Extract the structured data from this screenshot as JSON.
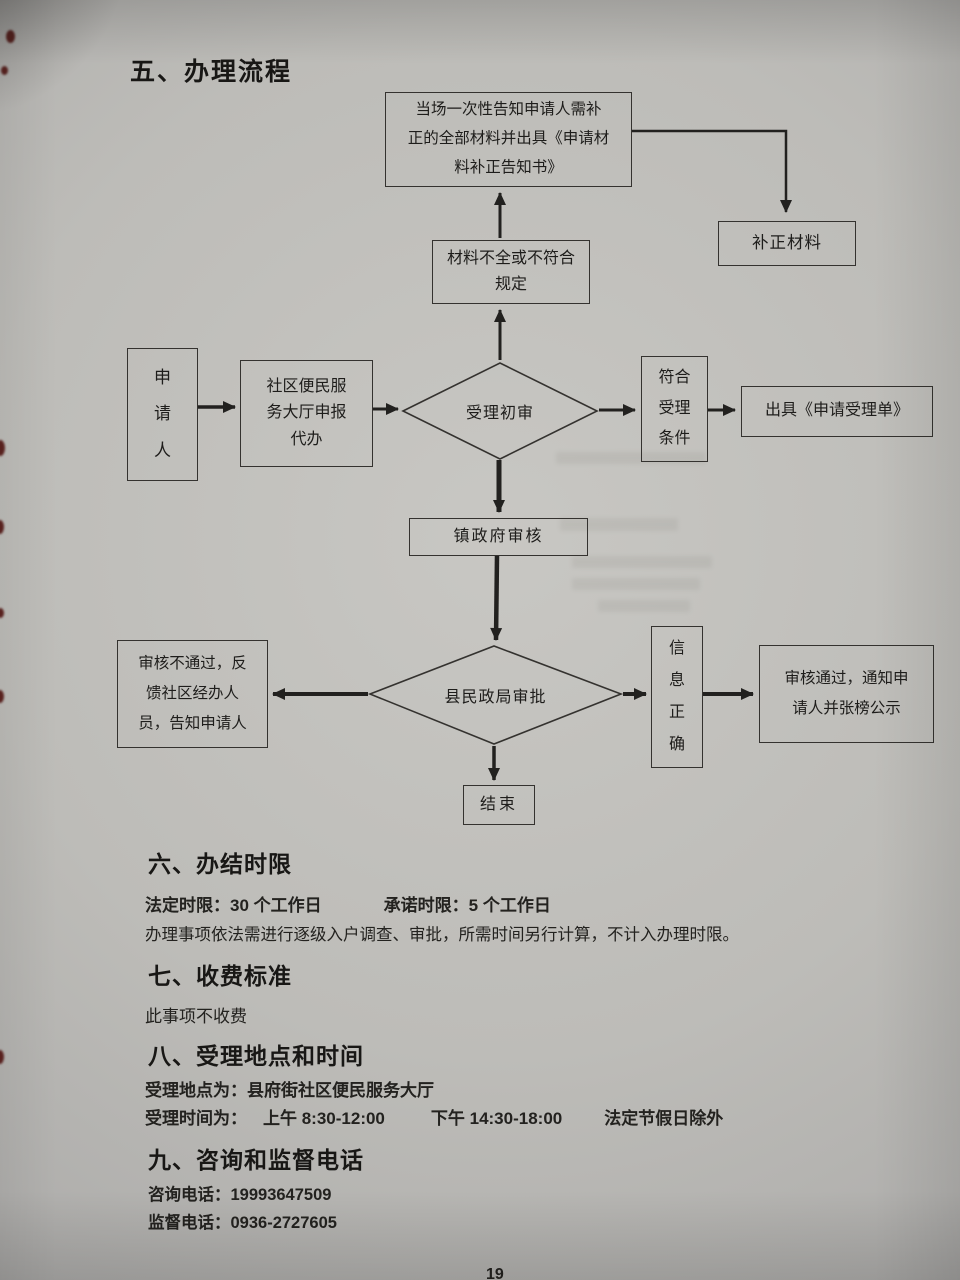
{
  "page": {
    "section5_title": "五、办理流程",
    "page_number": "19"
  },
  "flowchart": {
    "notice_box": "当场一次性告知申请人需补\n正的全部材料并出具《申请材\n料补正告知书》",
    "supplement_box": "补正材料",
    "incomplete_box": "材料不全或不符合\n规定",
    "diamond_initial_review": "受理初审",
    "applicant_box": "申\n请\n人",
    "community_box": "社区便民服\n务大厅申报\n代办",
    "qualify_box": "符合\n受理\n条件",
    "accept_box": "出具《申请受理单》",
    "town_review_box": "镇政府审核",
    "diamond_county_approval": "县民政局审批",
    "fail_box": "审核不通过，反\n馈社区经办人\n员，告知申请人",
    "info_correct_box": "信\n息\n正\n确",
    "pass_box": "审核通过，通知申\n请人并张榜公示",
    "end_box": "结束"
  },
  "section6": {
    "title": "六、办结时限",
    "line1_left": "法定时限：30 个工作日",
    "line1_right": "承诺时限：5 个工作日",
    "line2": "办理事项依法需进行逐级入户调查、审批，所需时间另行计算，不计入办理时限。"
  },
  "section7": {
    "title": "七、收费标准",
    "line1": "此事项不收费"
  },
  "section8": {
    "title": "八、受理地点和时间",
    "line1": "受理地点为：县府街社区便民服务大厅",
    "line2_label": "受理时间为：",
    "line2_morning": "上午 8:30-12:00",
    "line2_afternoon": "下午 14:30-18:00",
    "line2_holiday": "法定节假日除外"
  },
  "section9": {
    "title": "九、咨询和监督电话",
    "line1": "咨询电话：19993647509",
    "line2": "监督电话：0936-2727605"
  }
}
